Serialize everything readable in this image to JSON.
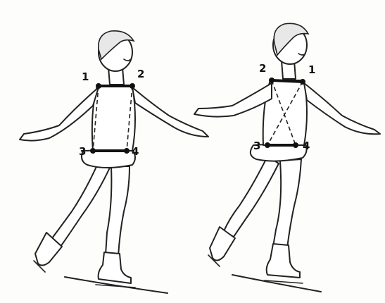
{
  "figures": [
    {
      "id": "left-skater",
      "labels": [
        "1",
        "2",
        "3",
        "4"
      ]
    },
    {
      "id": "right-skater",
      "labels": [
        "2",
        "1",
        "3",
        "4"
      ]
    }
  ]
}
